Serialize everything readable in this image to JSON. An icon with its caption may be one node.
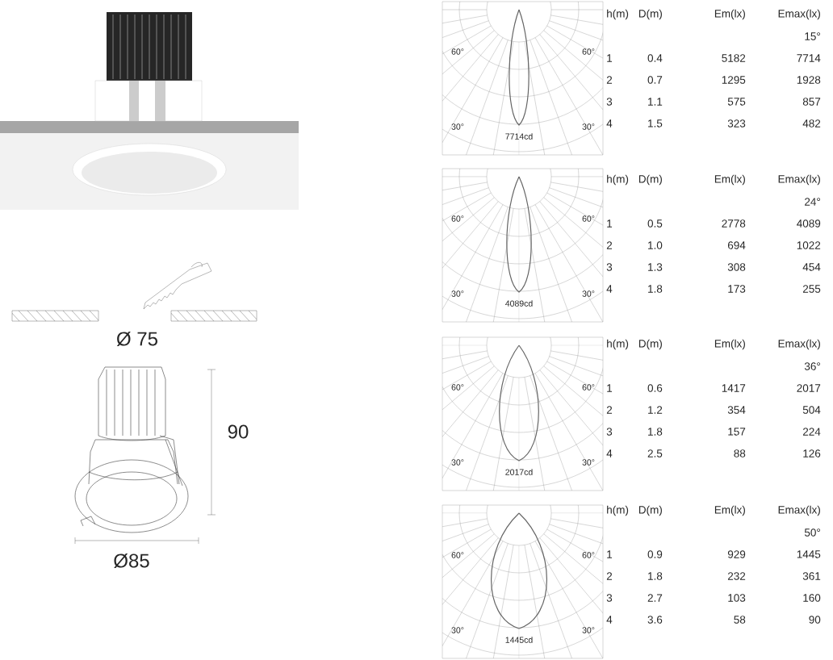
{
  "diagram": {
    "labels": [
      "Ø 75",
      "90",
      "Ø85",
      "60°",
      "60°",
      "30°",
      "30°",
      "7714cd",
      "h(m)",
      "D(m)",
      "Em(lx)",
      "Emax(lx)",
      "15°",
      "1",
      "0.4",
      "5182",
      "7714",
      "2",
      "0.7",
      "1295",
      "1928",
      "3",
      "1.1",
      "575",
      "857",
      "4",
      "1.5",
      "323",
      "482",
      "60°",
      "60°",
      "30°",
      "30°",
      "4089cd",
      "h(m)",
      "D(m)",
      "Em(lx)",
      "Emax(lx)",
      "24°",
      "1",
      "0.5",
      "2778",
      "4089",
      "2",
      "1.0",
      "694",
      "1022",
      "3",
      "1.3",
      "308",
      "454",
      "4",
      "1.8",
      "173",
      "255",
      "60°",
      "60°",
      "30°",
      "30°",
      "2017cd",
      "h(m)",
      "D(m)",
      "Em(lx)",
      "Emax(lx)",
      "36°",
      "1",
      "0.6",
      "1417",
      "2017",
      "2",
      "1.2",
      "354",
      "504",
      "3",
      "1.8",
      "157",
      "224",
      "4",
      "2.5",
      "88",
      "126",
      "60°",
      "60°",
      "30°",
      "30°",
      "1445cd",
      "h(m)",
      "D(m)",
      "Em(lx)",
      "Emax(lx)",
      "50°",
      "1",
      "0.9",
      "929",
      "1445",
      "2",
      "1.8",
      "232",
      "361",
      "3",
      "2.7",
      "103",
      "160",
      "4",
      "3.6",
      "58",
      "90"
    ]
  }
}
